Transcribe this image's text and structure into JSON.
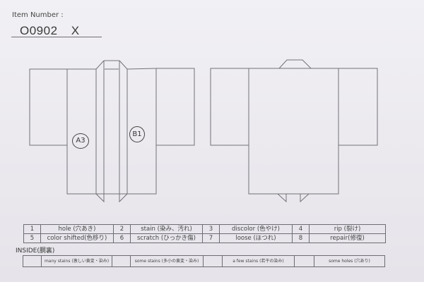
{
  "header": {
    "item_label": "Item Number :",
    "item_number": "O0902 X"
  },
  "drawings": {
    "front": {
      "annotations": [
        {
          "label": "A3"
        },
        {
          "label": "B1"
        }
      ]
    },
    "back": {}
  },
  "legend": {
    "rows": [
      [
        {
          "num": "1",
          "label": "hole (穴あき)"
        },
        {
          "num": "2",
          "label": "stain (染み、汚れ)"
        },
        {
          "num": "3",
          "label": "discolor (色やけ)"
        },
        {
          "num": "4",
          "label": "rip (裂け)"
        }
      ],
      [
        {
          "num": "5",
          "label": "color shifted(色移り)"
        },
        {
          "num": "6",
          "label": "scratch (ひっかき傷)"
        },
        {
          "num": "7",
          "label": "loose (ほつれ)"
        },
        {
          "num": "8",
          "label": "repair(修復)"
        }
      ]
    ]
  },
  "inside": {
    "title": "INSIDE(胴裏)",
    "options": [
      {
        "check": "",
        "label": "many stains (激しい黄変・染み)"
      },
      {
        "check": "",
        "label": "some stains (多小の黄変・染み)"
      },
      {
        "check": "",
        "label": "a few stains (若干の染み)"
      },
      {
        "check": "",
        "label": "some holes (穴あり)"
      }
    ]
  },
  "colors": {
    "paper": "#eeedf1",
    "line": "#6c6c72",
    "text": "#333333"
  }
}
